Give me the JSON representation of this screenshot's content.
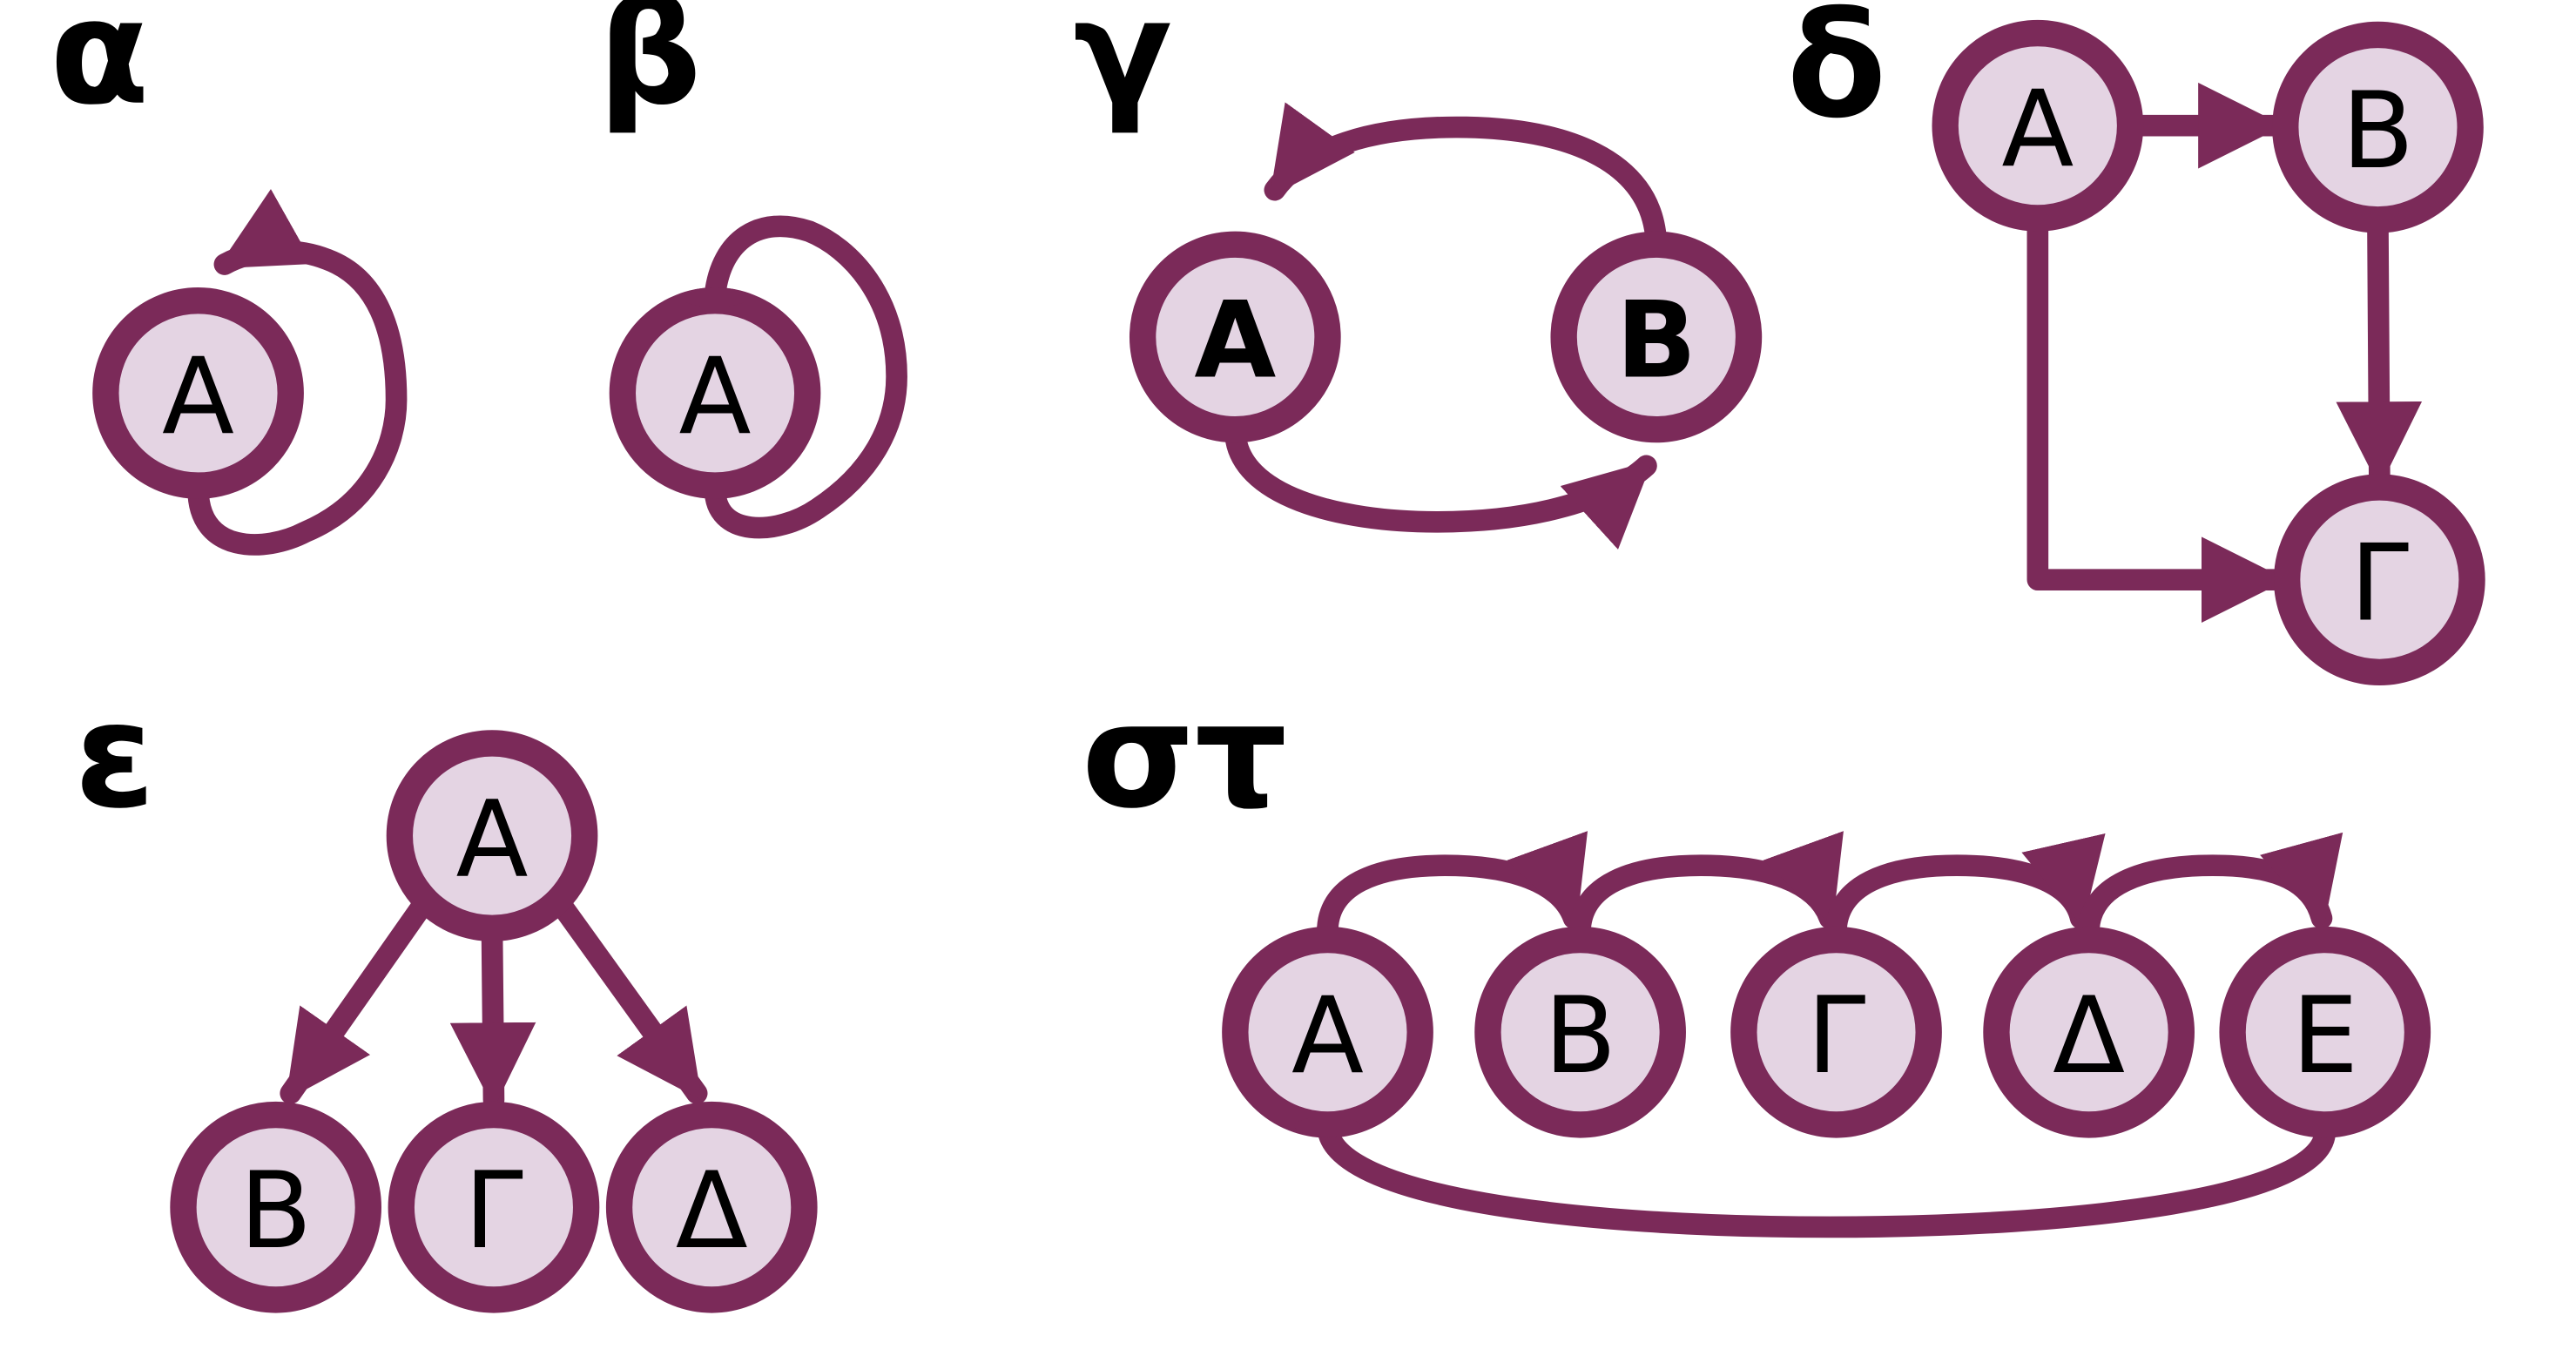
{
  "colors": {
    "stroke": "#7b2a59",
    "node_fill": "#e4d4e3",
    "text": "#000000"
  },
  "panels": [
    {
      "label": "α",
      "nodes": [
        {
          "text": "A"
        }
      ]
    },
    {
      "label": "β",
      "nodes": [
        {
          "text": "A"
        }
      ]
    },
    {
      "label": "γ",
      "nodes": [
        {
          "text": "A"
        },
        {
          "text": "B"
        }
      ]
    },
    {
      "label": "δ",
      "nodes": [
        {
          "text": "A"
        },
        {
          "text": "B"
        },
        {
          "text": "Γ"
        }
      ]
    },
    {
      "label": "ε",
      "nodes": [
        {
          "text": "A"
        },
        {
          "text": "B"
        },
        {
          "text": "Γ"
        },
        {
          "text": "Δ"
        }
      ]
    },
    {
      "label": "στ",
      "nodes": [
        {
          "text": "A"
        },
        {
          "text": "B"
        },
        {
          "text": "Γ"
        },
        {
          "text": "Δ"
        },
        {
          "text": "E"
        }
      ]
    }
  ],
  "edges": [
    {
      "panel": 0,
      "from": "A",
      "to": "A",
      "kind": "self-loop"
    },
    {
      "panel": 1,
      "from": "A",
      "to": "A",
      "kind": "self-loop (undirected)"
    },
    {
      "panel": 2,
      "from": "B",
      "to": "A"
    },
    {
      "panel": 2,
      "from": "A",
      "to": "B"
    },
    {
      "panel": 3,
      "from": "A",
      "to": "B"
    },
    {
      "panel": 3,
      "from": "B",
      "to": "Γ"
    },
    {
      "panel": 3,
      "from": "A",
      "to": "Γ"
    },
    {
      "panel": 4,
      "from": "A",
      "to": "B"
    },
    {
      "panel": 4,
      "from": "A",
      "to": "Γ"
    },
    {
      "panel": 4,
      "from": "A",
      "to": "Δ"
    },
    {
      "panel": 5,
      "from": "A",
      "to": "B"
    },
    {
      "panel": 5,
      "from": "B",
      "to": "Γ"
    },
    {
      "panel": 5,
      "from": "Γ",
      "to": "Δ"
    },
    {
      "panel": 5,
      "from": "Δ",
      "to": "E"
    },
    {
      "panel": 5,
      "from": "E",
      "to": "A",
      "kind": "undirected"
    }
  ]
}
